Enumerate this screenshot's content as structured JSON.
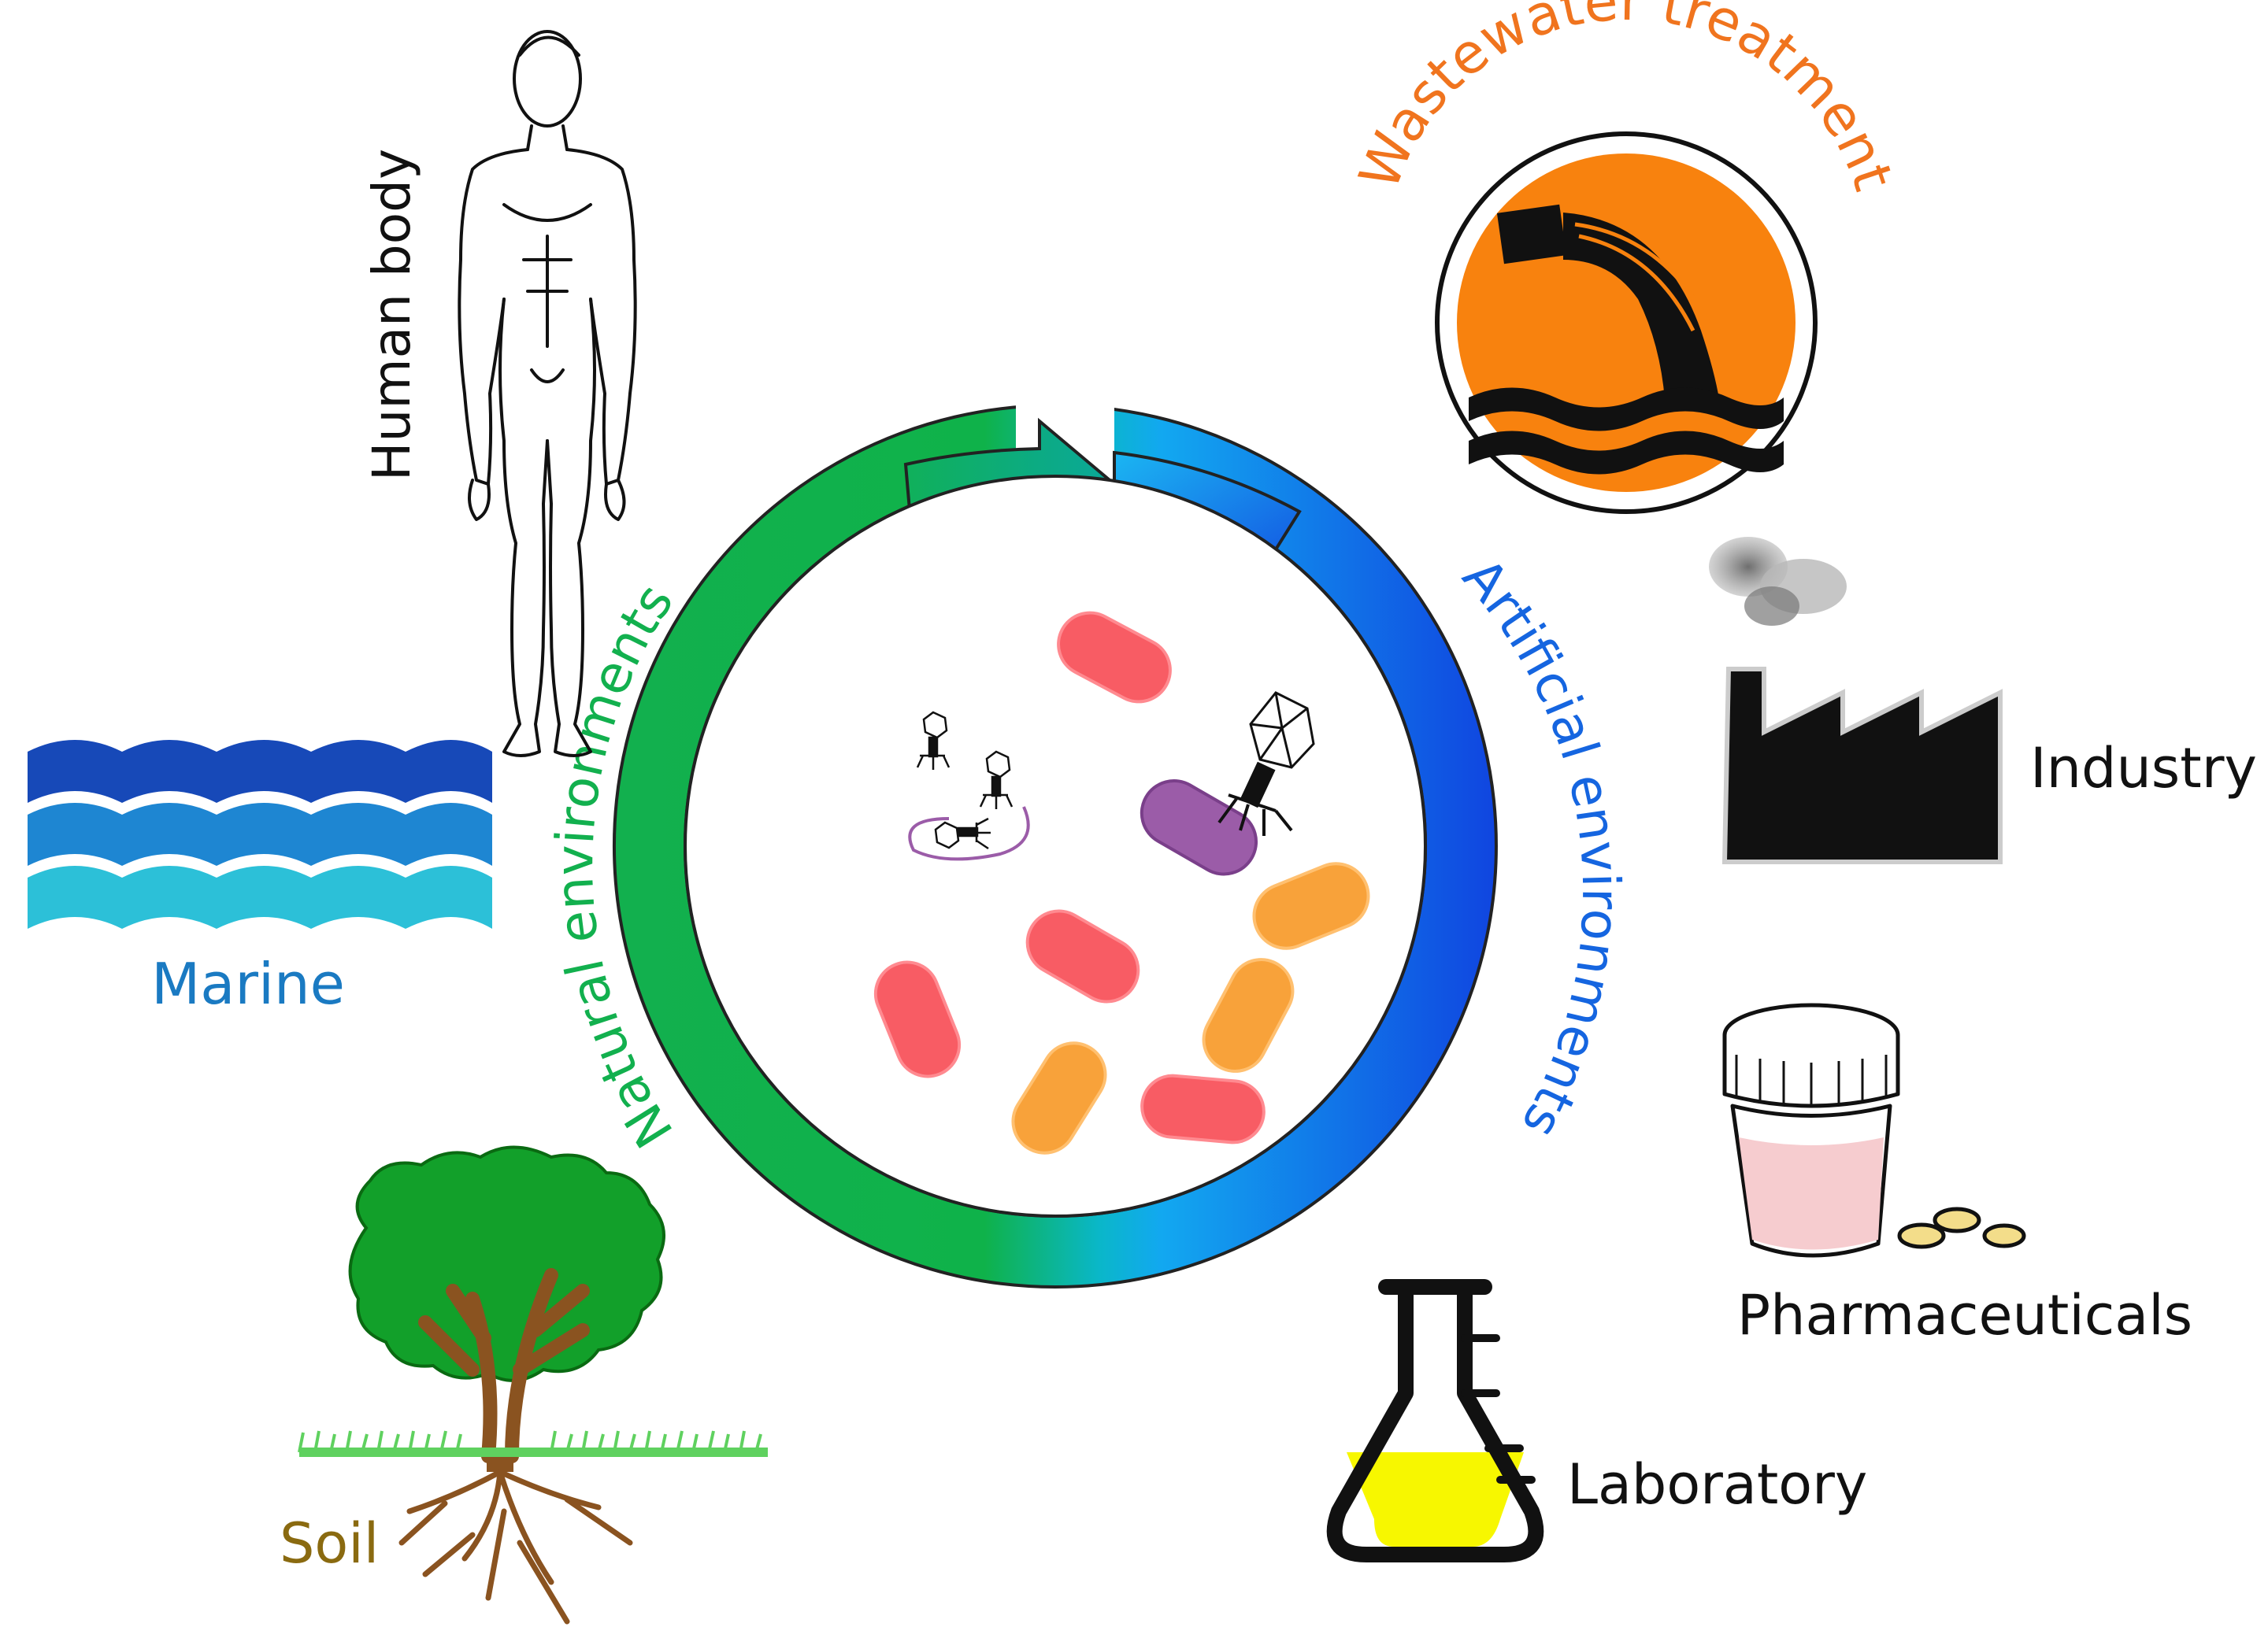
{
  "labels": {
    "human_body": "Human body",
    "wastewater": "Wastewater treatment",
    "marine": "Marine",
    "industry": "Industry",
    "natural": "Natural environments",
    "artificial": "Artificial environments",
    "pharma": "Pharmaceuticals",
    "laboratory": "Laboratory",
    "soil": "Soil"
  },
  "colors": {
    "wastewater": "#f0741e",
    "marine": "#1a7ac2",
    "natural": "#12b04e",
    "artificial": "#1565e0",
    "soil": "#8a6a10",
    "black": "#111111"
  }
}
